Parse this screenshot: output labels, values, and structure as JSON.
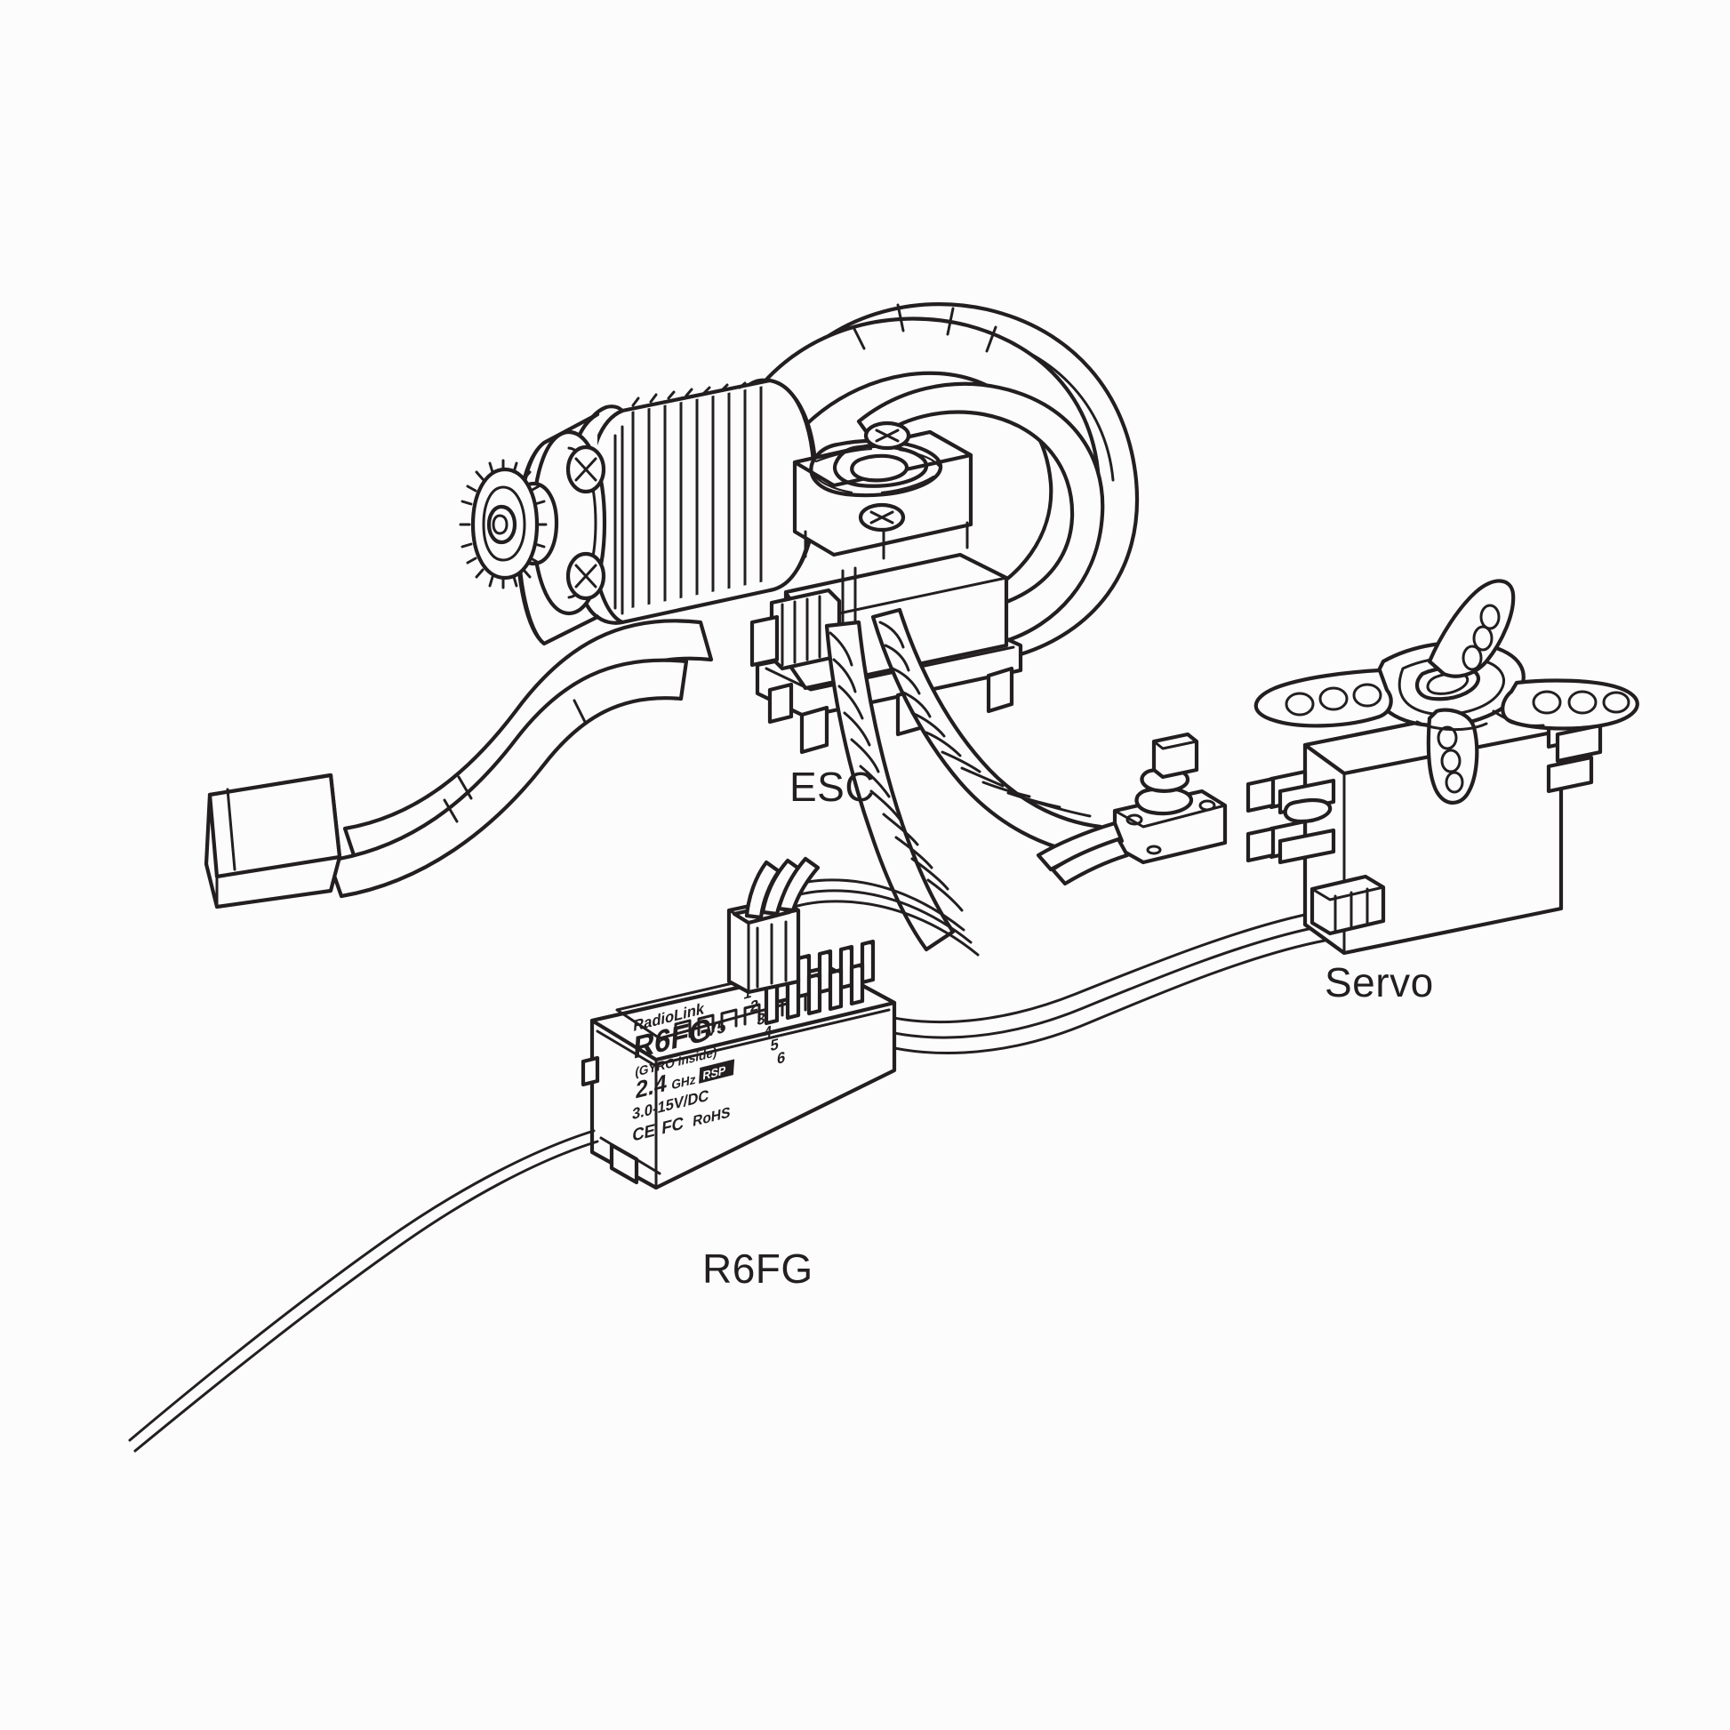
{
  "page": {
    "background_color": "#fcfcfc",
    "line_color": "#231f20",
    "type": "technical-line-diagram",
    "subject": "RC brushless power system wiring diagram"
  },
  "labels": {
    "esc": "ESC",
    "servo": "Servo",
    "receiver": "R6FG"
  },
  "receiver_label": {
    "brand": "RadioLink",
    "model": "R6FG",
    "version": "V5",
    "gyro": "(GYRO Inside)",
    "frequency": "2.4",
    "frequency_unit": "GHz",
    "voltage": "3.0-15V/DC",
    "certifications": "CE FC RoHS",
    "channels": [
      "1",
      "2",
      "3",
      "4",
      "5",
      "6"
    ]
  },
  "components": [
    {
      "name": "brushless-motor",
      "description": "finned heatsink motor with pinion gear and two cross screws"
    },
    {
      "name": "esc",
      "description": "electronic speed controller with cooling fan and heatsink base"
    },
    {
      "name": "cooling-fan",
      "description": "square fan on top of ESC with two cross screws"
    },
    {
      "name": "power-switch",
      "description": "on/off switch with square toggle button"
    },
    {
      "name": "battery-connector",
      "description": "rectangular battery plug"
    },
    {
      "name": "servo",
      "description": "standard servo with four-arm cross horn and mounting tabs"
    },
    {
      "name": "receiver",
      "description": "R6FG 6-channel receiver with pin headers and antenna"
    }
  ],
  "wiring": [
    {
      "name": "motor-wires",
      "count": 3,
      "style": "thick-looped",
      "from": "brushless-motor",
      "to": "esc"
    },
    {
      "name": "battery-wires",
      "count": 2,
      "style": "thick",
      "from": "battery-connector",
      "to": "esc"
    },
    {
      "name": "switch-wires",
      "count": 2,
      "style": "twisted",
      "from": "esc",
      "to": "power-switch"
    },
    {
      "name": "esc-signal-cable",
      "count": 3,
      "style": "flat-ribbon",
      "from": "esc",
      "to": "receiver"
    },
    {
      "name": "servo-cable",
      "count": 3,
      "style": "flat-ribbon",
      "from": "servo",
      "to": "receiver"
    },
    {
      "name": "antenna-wire",
      "count": 1,
      "style": "thin",
      "from": "receiver",
      "to": "free-end"
    }
  ]
}
